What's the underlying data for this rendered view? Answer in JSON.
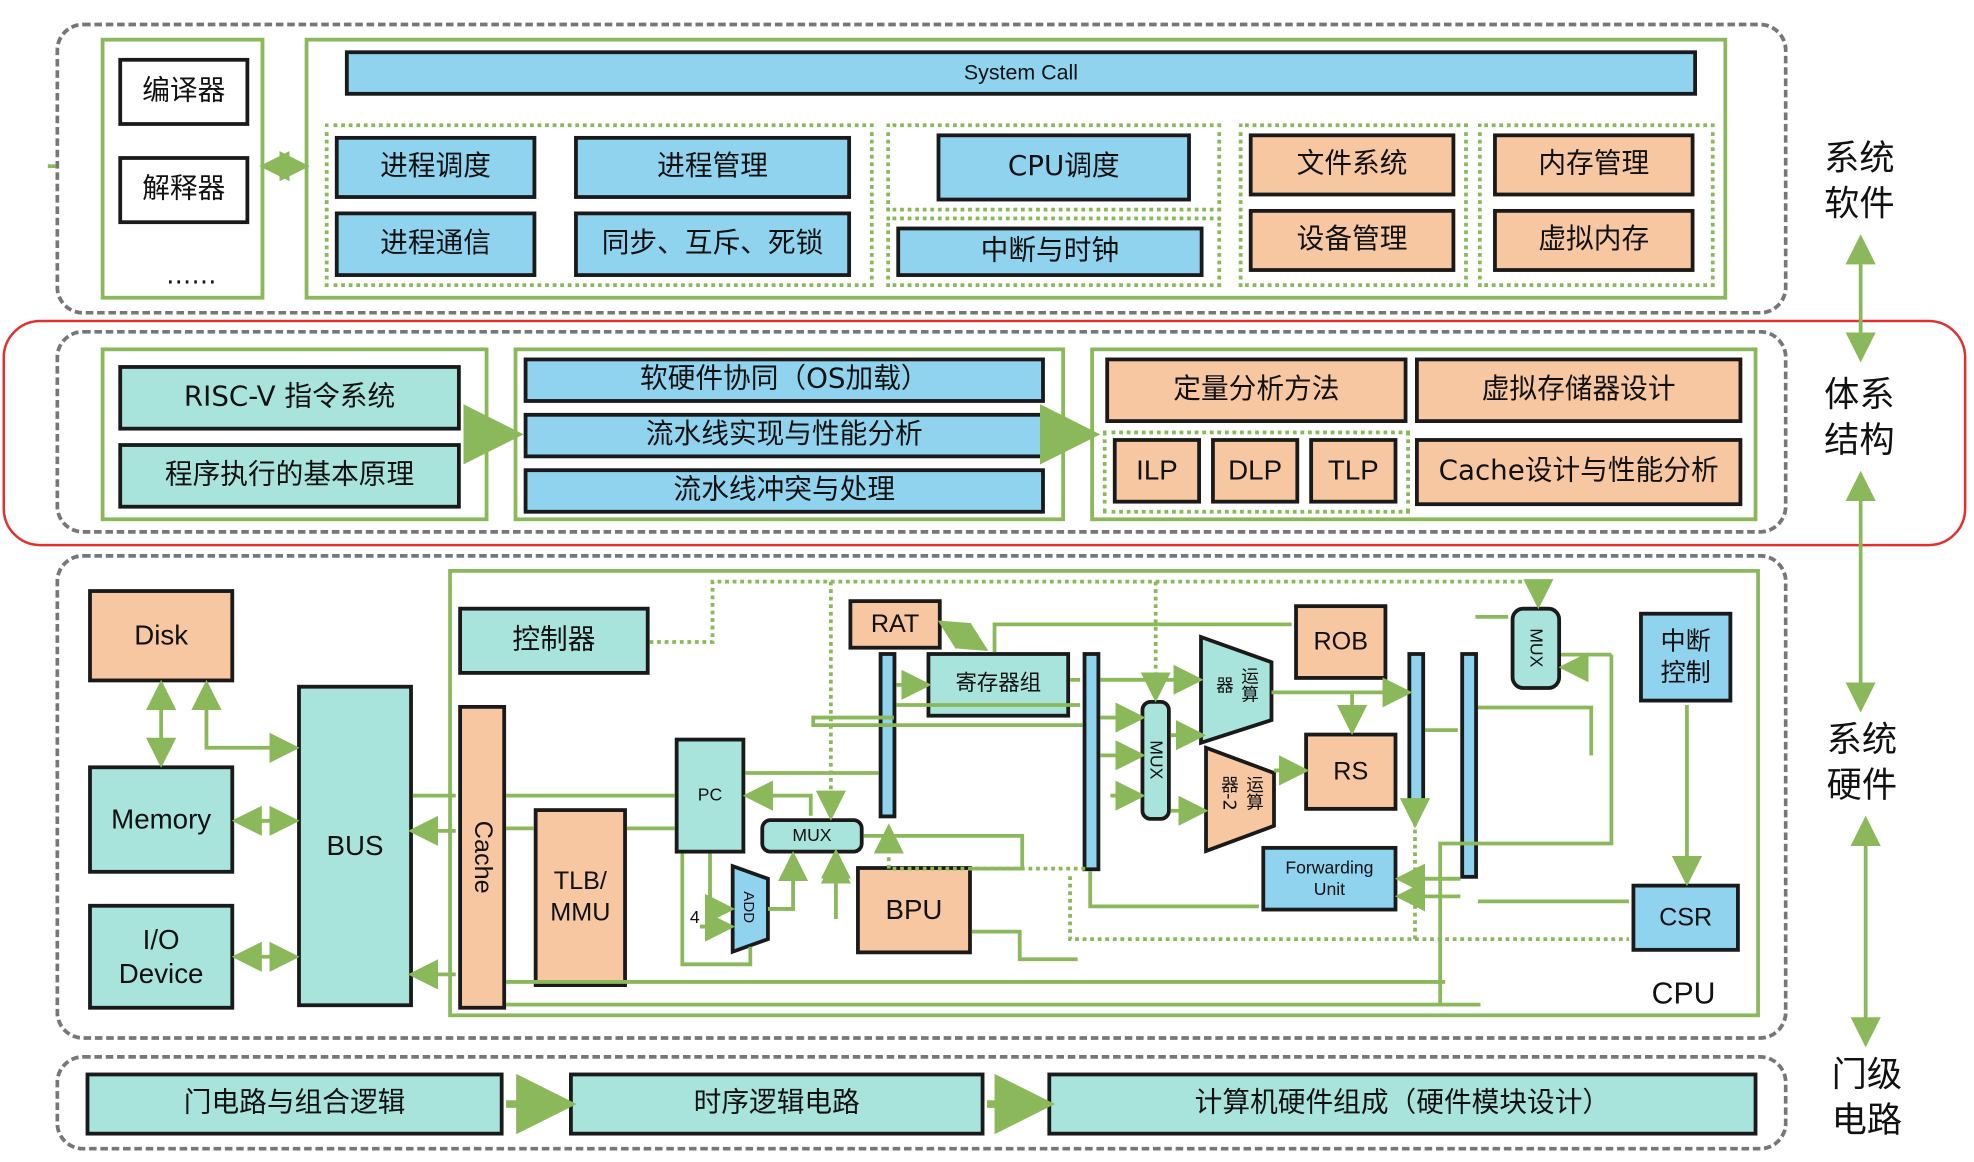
{
  "layers": {
    "system_software": "系统\n软件",
    "architecture": "体系\n结构",
    "system_hardware": "系统\n硬件",
    "gate_level": "门级\n电路"
  },
  "software": {
    "compiler": "编译器",
    "interpreter": "解释器",
    "more": "……",
    "system_call": "System Call",
    "process_schedule": "进程调度",
    "process_manage": "进程管理",
    "process_comm": "进程通信",
    "sync": "同步、互斥、死锁",
    "cpu_schedule": "CPU调度",
    "interrupt_clock": "中断与时钟",
    "file_system": "文件系统",
    "memory_manage": "内存管理",
    "device_manage": "设备管理",
    "virtual_memory": "虚拟内存"
  },
  "architecture": {
    "riscv": "RISC-V 指令系统",
    "basic_principle": "程序执行的基本原理",
    "hw_sw": "软硬件协同（OS加载）",
    "pipeline_impl": "流水线实现与性能分析",
    "pipeline_hazard": "流水线冲突与处理",
    "quant": "定量分析方法",
    "vm_design": "虚拟存储器设计",
    "ilp": "ILP",
    "dlp": "DLP",
    "tlp": "TLP",
    "cache_design": "Cache设计与性能分析"
  },
  "hardware": {
    "disk": "Disk",
    "memory": "Memory",
    "io": "I/O\nDevice",
    "bus": "BUS",
    "cache": "Cache",
    "tlb": "TLB/\nMMU",
    "controller": "控制器",
    "pc": "PC",
    "mux": "MUX",
    "add": "ADD",
    "four": "4",
    "bpu": "BPU",
    "rat": "RAT",
    "regfile": "寄存器组",
    "mux2": "MUX",
    "alu1": "运算\n器",
    "alu2": "运算\n器-2",
    "rob": "ROB",
    "rs": "RS",
    "forwarding": "Forwarding\nUnit",
    "mux3": "MUX",
    "interrupt": "中断\n控制",
    "csr": "CSR",
    "cpu_label": "CPU"
  },
  "gates": {
    "gate_circuit": "门电路与组合逻辑",
    "sequential": "时序逻辑电路",
    "computer_hw": "计算机硬件组成（硬件模块设计）"
  },
  "colors": {
    "blue": "#8fd3ef",
    "teal": "#a8e3dc",
    "orange": "#f6c7a0",
    "green": "#8bb85a",
    "red": "#e03030"
  }
}
